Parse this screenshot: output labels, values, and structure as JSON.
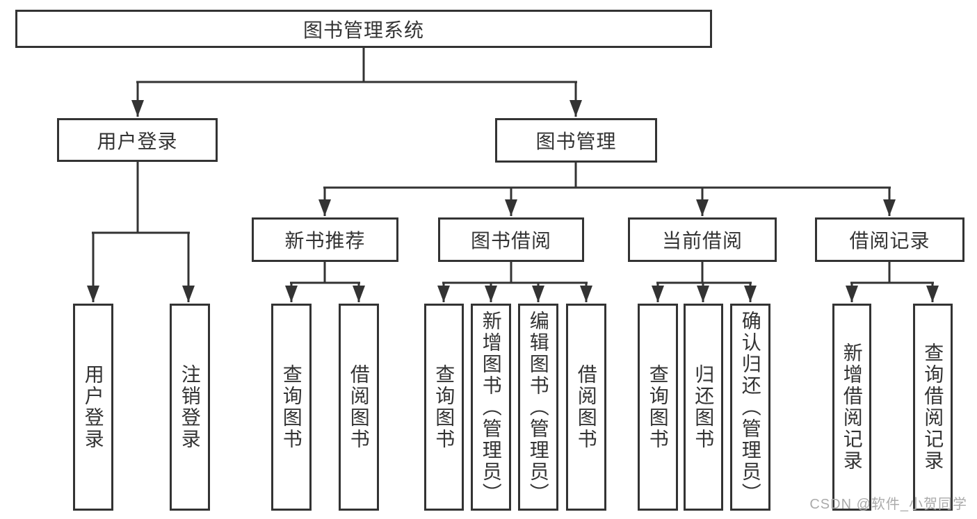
{
  "tree": {
    "label": "图书管理系统",
    "children": [
      {
        "label": "用户登录",
        "children": [
          "用户登录",
          "注销登录"
        ]
      },
      {
        "label": "图书管理",
        "children": [
          {
            "label": "新书推荐",
            "children": [
              "查询图书",
              "借阅图书"
            ]
          },
          {
            "label": "图书借阅",
            "children": [
              "查询图书",
              "新增图书（管理员）",
              "编辑图书（管理员）",
              "借阅图书"
            ]
          },
          {
            "label": "当前借阅",
            "children": [
              "查询图书",
              "归还图书",
              "确认归还（管理员）"
            ]
          },
          {
            "label": "借阅记录",
            "children": [
              "新增借阅记录",
              "查询借阅记录"
            ]
          }
        ]
      }
    ]
  },
  "watermark": {
    "text": "CSDN @软件_小贺同学",
    "color": "#ababab"
  },
  "colors": {
    "line": "#333333",
    "text": "#333333",
    "background": "#ffffff"
  }
}
